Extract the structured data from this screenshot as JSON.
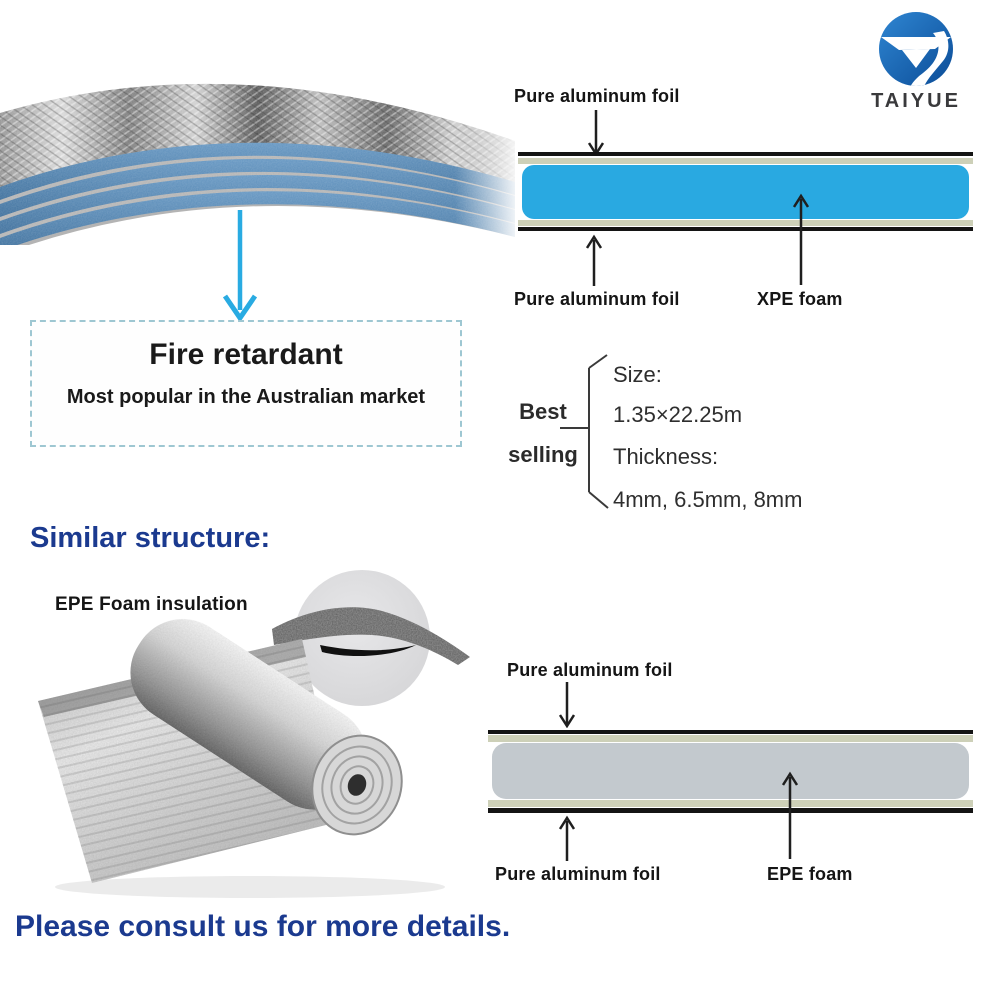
{
  "brand": {
    "name": "TAIYUE"
  },
  "xpe_section": {
    "top_label": "Pure aluminum foil",
    "bottom_label": "Pure aluminum foil",
    "foam_label": "XPE foam",
    "fire_box": {
      "title": "Fire retardant",
      "subtitle": "Most popular in the Australian market"
    },
    "best_selling": {
      "line1": "Best",
      "line2": "selling",
      "size_label": "Size:",
      "size_value": "1.35×22.25m",
      "thickness_label": "Thickness:",
      "thickness_value": "4mm,  6.5mm,  8mm"
    }
  },
  "similar_section": {
    "heading": "Similar structure:",
    "product_label": "EPE Foam insulation",
    "top_label": "Pure aluminum foil",
    "bottom_label": "Pure aluminum foil",
    "foam_label": "EPE foam"
  },
  "footer": {
    "message": "Please consult us for more details."
  },
  "icons": {
    "down_arrow": "↓",
    "up_arrow": "↑",
    "callout_bracket": "{"
  },
  "colors": {
    "xpe_foam": "#29a9e1",
    "epe_foam": "#c3c9ce",
    "foil_line": "#cdd0b8",
    "layer_outline": "#141414",
    "accent_arrow": "#29abe2",
    "heading_navy": "#1b3a8f",
    "logo_blue": "#1263b2"
  }
}
